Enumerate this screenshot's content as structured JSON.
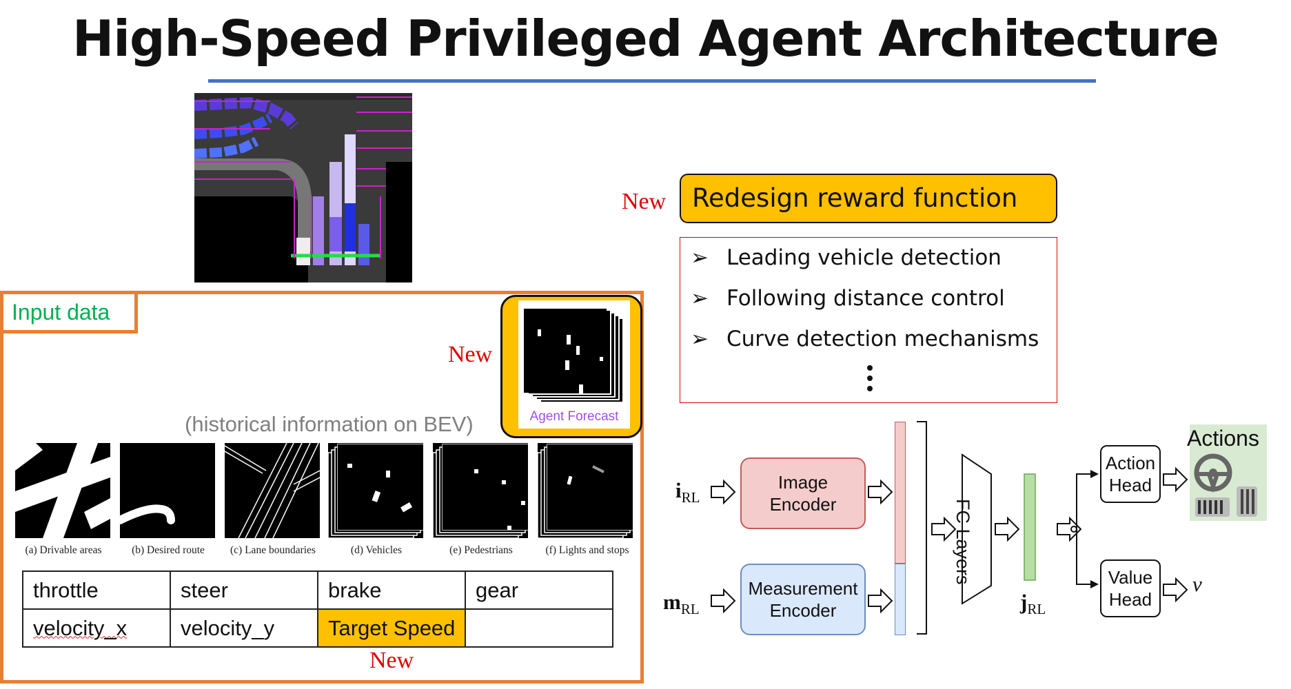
{
  "title": "High-Speed Privileged Agent Architecture",
  "input_panel": {
    "label": "Input data",
    "new_label_agent": "New",
    "agent_forecast_caption": "Agent Forecast",
    "history_caption": "(historical information on BEV)",
    "thumbnails": [
      "(a) Drivable areas",
      "(b) Desired route",
      "(c) Lane boundaries",
      "(d) Vehicles",
      "(e) Pedestrians",
      "(f) Lights and stops"
    ],
    "table": [
      [
        "throttle",
        "steer",
        "brake",
        "gear"
      ],
      [
        "velocity_x",
        "velocity_y",
        "Target Speed",
        ""
      ]
    ],
    "new_label_table": "New"
  },
  "reward": {
    "new_label": "New",
    "title": "Redesign reward function",
    "bullets": [
      "Leading vehicle detection",
      "Following distance control",
      "Curve detection mechanisms"
    ],
    "bullet_symbol": "➢"
  },
  "architecture": {
    "i_symbol": "i",
    "i_sub": "RL",
    "m_symbol": "m",
    "m_sub": "RL",
    "image_encoder": [
      "Image",
      "Encoder"
    ],
    "measurement_encoder": [
      "Measurement",
      "Encoder"
    ],
    "fc_layers": "FC Layers",
    "j_symbol": "j",
    "j_sub": "RL",
    "action_head": [
      "Action",
      "Head"
    ],
    "value_head": [
      "Value",
      "Head"
    ],
    "actions_label": "Actions",
    "v_symbol": "v",
    "colors": {
      "image_encoder_fill": "#f4cccc",
      "image_encoder_border": "#c55a5a",
      "measurement_encoder_fill": "#dae8fc",
      "measurement_encoder_border": "#6c8ebf",
      "fc_vector_fill": "#b6dfa5",
      "accent_orange": "#ed7d31",
      "highlight_yellow": "#ffc000"
    }
  }
}
